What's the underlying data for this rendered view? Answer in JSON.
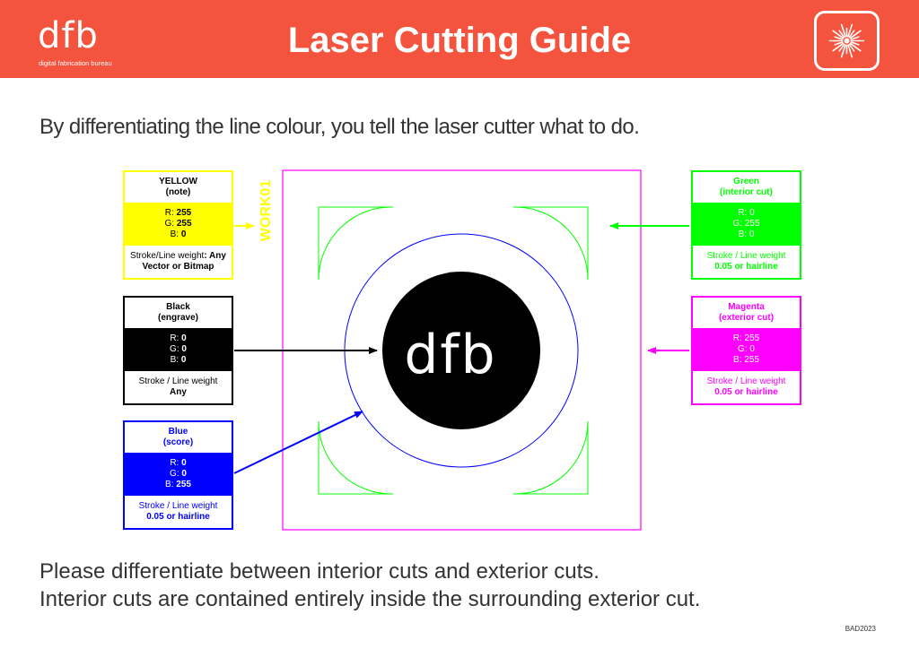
{
  "header": {
    "logo": "dfb",
    "logo_sub": "digital fabrication bureau",
    "title": "Laser Cutting Guide",
    "icon": "laser-burst-icon",
    "background_color": "#f4533d"
  },
  "intro": "By differentiating the line colour, you tell the laser cutter what to do.",
  "cards": {
    "yellow": {
      "name": "YELLOW",
      "use": "(note)",
      "r": "R: ",
      "r_val": "255",
      "g": "G: ",
      "g_val": "255",
      "b": "B: ",
      "b_val": "0",
      "stroke": "Stroke/Line weight",
      "stroke_val": ": Any",
      "extra": "Vector or Bitmap",
      "color": "#ffff00"
    },
    "black": {
      "name": "Black",
      "use": "(engrave)",
      "r": "R: ",
      "r_val": "0",
      "g": "G: ",
      "g_val": "0",
      "b": "B: ",
      "b_val": "0",
      "stroke": "Stroke / Line weight",
      "extra": "Any",
      "color": "#000000"
    },
    "blue": {
      "name": "Blue",
      "use": "(score)",
      "r": "R: ",
      "r_val": "0",
      "g": "G: ",
      "g_val": "0",
      "b": "B: ",
      "b_val": "255",
      "stroke": "Stroke / Line weight",
      "extra": "0.05 or hairline",
      "color": "#0000ff"
    },
    "green": {
      "name": "Green",
      "use": "(interior cut)",
      "r": "R: 0",
      "g": "G: 255",
      "b": "B: 0",
      "stroke": "Stroke / Line weight",
      "extra": "0.05 or hairline",
      "color": "#00ff00"
    },
    "magenta": {
      "name": "Magenta",
      "use": "(exterior cut)",
      "r": "R: 255",
      "g": "G: 0",
      "b": "B: 255",
      "stroke": "Stroke / Line weight",
      "extra": "0.05 or hairline",
      "color": "#ff00ff"
    }
  },
  "drawing": {
    "work_label": "WORK01",
    "center_logo": "dfb"
  },
  "footer": {
    "line1": "Please differentiate between interior cuts and exterior cuts.",
    "line2": "Interior cuts are contained entirely inside the surrounding exterior cut."
  },
  "code": "BAD2023"
}
